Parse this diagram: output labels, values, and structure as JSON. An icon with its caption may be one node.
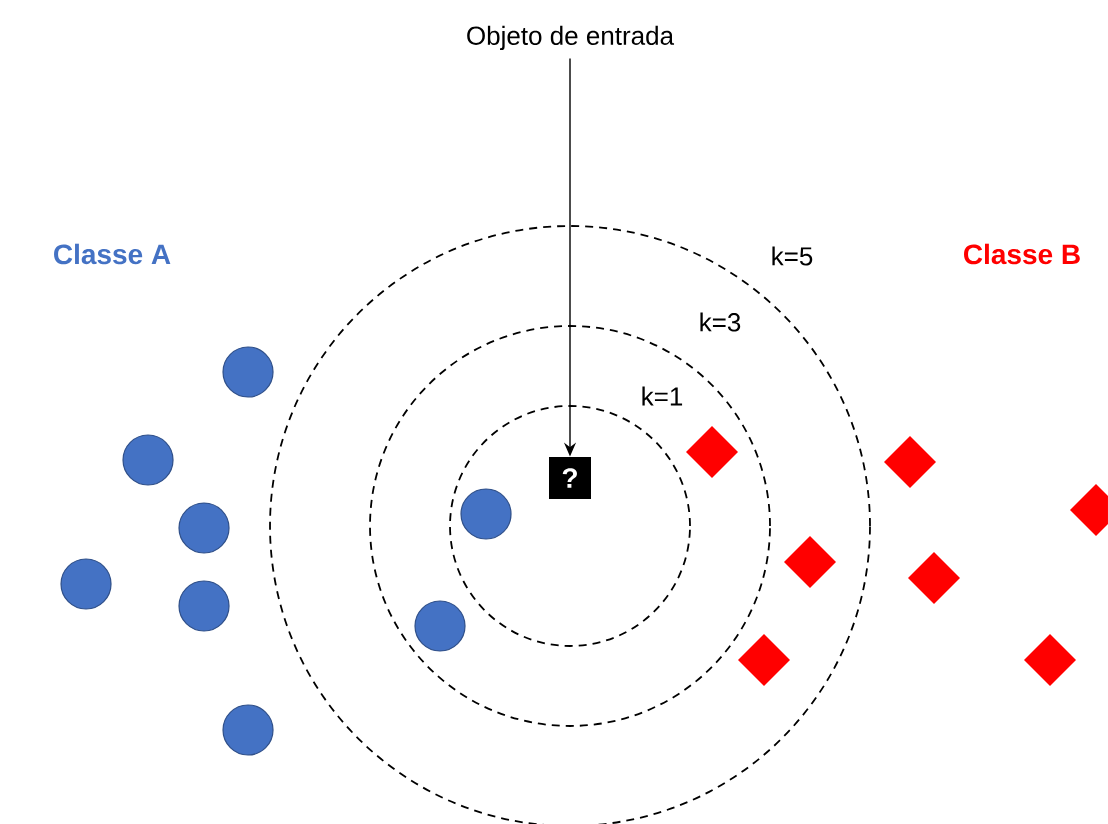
{
  "diagram": {
    "nodes": [
      {
        "text": [
          "Objeto de entrada"
        ]
      },
      {
        "text": [
          "?"
        ]
      }
    ],
    "edges": [
      {
        "from": 0,
        "to": 1,
        "arrow": "to"
      }
    ],
    "labels": [
      "Classe A",
      "k=5",
      "Classe B",
      "k=3",
      "k=1"
    ]
  }
}
